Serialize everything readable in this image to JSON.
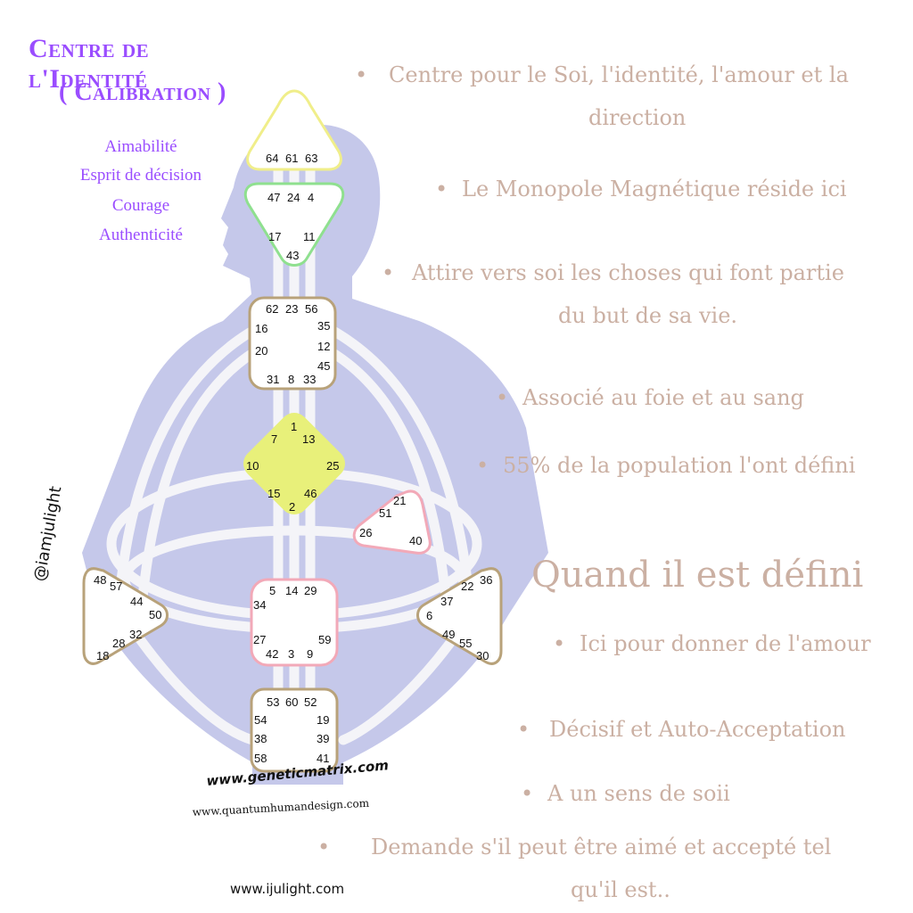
{
  "title_lines": [
    "Centre de l'Identité",
    "( Calibration )"
  ],
  "qualities": [
    "Aimabilité",
    "Esprit de décision",
    "Courage",
    "Authenticité"
  ],
  "bullets": [
    [
      "Centre pour le Soi, l'identité, l'amour et la",
      "direction"
    ],
    [
      "Le Monopole Magnétique réside ici"
    ],
    [
      "Attire vers soi les choses qui font partie",
      "du but de sa vie."
    ],
    [
      "Associé au foie et au sang"
    ],
    [
      "55% de la population l'ont défini"
    ]
  ],
  "defined_heading": "Quand il est défini",
  "defined_bullets": [
    [
      "Ici pour donner de l'amour"
    ],
    [
      "Décisif et Auto-Acceptation"
    ],
    [
      "A un sens de soii"
    ],
    [
      "Demande s'il peut être aimé et accepté tel",
      "qu'il est.."
    ]
  ],
  "bullet_symbol": "•",
  "credits": {
    "handle": "@iamjulight",
    "site_geneticmatrix": "www.geneticmatrix.com",
    "site_quantum": "www.quantumhumandesign.com",
    "site_ijulight": "www.ijulight.com"
  },
  "colors": {
    "title": "#9a4dff",
    "body_text": "#cbb0a3",
    "silhouette": "#c5c8ea",
    "channel": "#f4f4f8",
    "center_head": "#f0ee8a",
    "center_ajna": "#8fe08f",
    "center_g": "#e8f07a",
    "center_ego": "#f2a9b8",
    "center_sacral_outline": "#f2a9b8",
    "center_other": "#b8a27a"
  },
  "centers": {
    "head": [
      "64",
      "61",
      "63"
    ],
    "ajna": [
      "47",
      "24",
      "4",
      "17",
      "11",
      "43"
    ],
    "throat": [
      "62",
      "23",
      "56",
      "16",
      "35",
      "12",
      "20",
      "45",
      "31",
      "8",
      "33"
    ],
    "g": [
      "1",
      "7",
      "13",
      "10",
      "25",
      "15",
      "46",
      "2"
    ],
    "ego": [
      "21",
      "51",
      "26",
      "40"
    ],
    "spleen": [
      "48",
      "57",
      "44",
      "50",
      "32",
      "28",
      "18"
    ],
    "sacral": [
      "5",
      "14",
      "29",
      "34",
      "27",
      "59",
      "42",
      "3",
      "9"
    ],
    "solar_plexus": [
      "36",
      "22",
      "37",
      "6",
      "49",
      "55",
      "30"
    ],
    "root": [
      "53",
      "60",
      "52",
      "54",
      "19",
      "38",
      "39",
      "58",
      "41"
    ]
  }
}
